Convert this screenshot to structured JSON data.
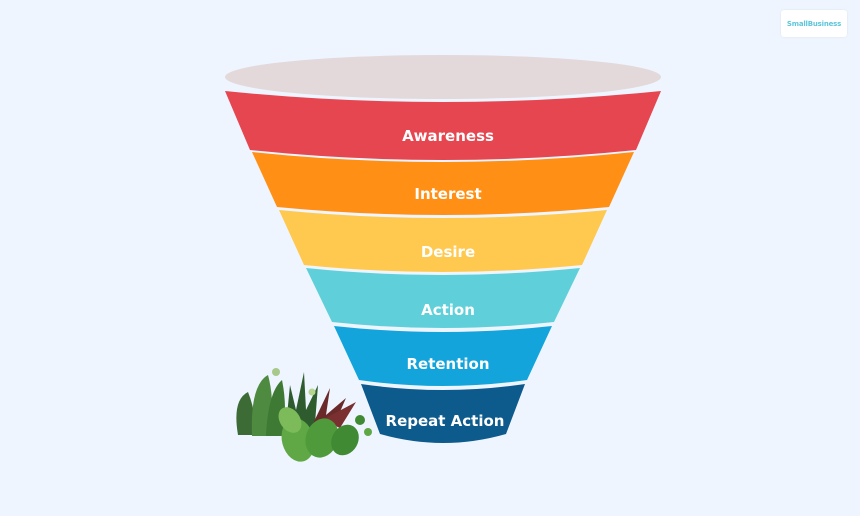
{
  "logo": {
    "text": "SmallBusiness",
    "color": "#5ec6d9"
  },
  "funnel": {
    "rim_color": "#e3d8da",
    "stages": [
      {
        "label": "Awareness",
        "color": "#e5464f"
      },
      {
        "label": "Interest",
        "color": "#ff9015"
      },
      {
        "label": "Desire",
        "color": "#ffc94f"
      },
      {
        "label": "Action",
        "color": "#5fd0da"
      },
      {
        "label": "Retention",
        "color": "#13a4dc"
      },
      {
        "label": "Repeat Action",
        "color": "#0d5a8c"
      }
    ]
  },
  "decoration": {
    "icon": "plant-icon"
  }
}
